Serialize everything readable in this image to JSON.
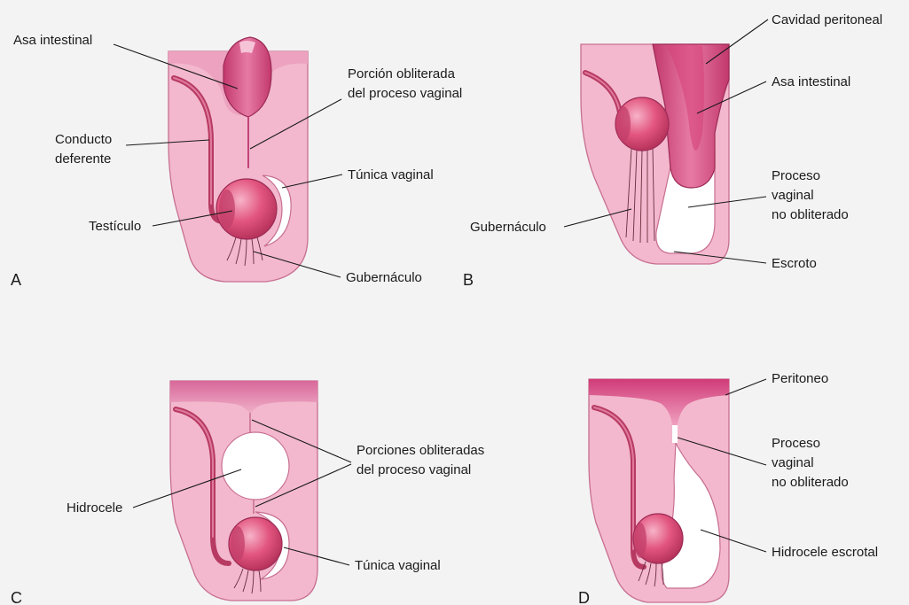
{
  "panels": {
    "a": {
      "letter": "A",
      "labels": {
        "asa_intestinal": "Asa intestinal",
        "porcion_line1": "Porción obliterada",
        "porcion_line2": "del proceso vaginal",
        "conducto_line1": "Conducto",
        "conducto_line2": "deferente",
        "tunica": "Túnica vaginal",
        "testiculo": "Testículo",
        "gubernaculo": "Gubernáculo"
      }
    },
    "b": {
      "letter": "B",
      "labels": {
        "cavidad": "Cavidad peritoneal",
        "asa_intestinal": "Asa intestinal",
        "proceso_line1": "Proceso",
        "proceso_line2": "vaginal",
        "proceso_line3": "no obliterado",
        "gubernaculo": "Gubernáculo",
        "escroto": "Escroto"
      }
    },
    "c": {
      "letter": "C",
      "labels": {
        "porciones_line1": "Porciones obliteradas",
        "porciones_line2": "del proceso vaginal",
        "hidrocele": "Hidrocele",
        "tunica": "Túnica vaginal"
      }
    },
    "d": {
      "letter": "D",
      "labels": {
        "peritoneo": "Peritoneo",
        "proceso_line1": "Proceso",
        "proceso_line2": "vaginal",
        "proceso_line3": "no obliterado",
        "hidrocele_escrotal": "Hidrocele escrotal"
      }
    }
  },
  "colors": {
    "tissue": "#f3b8cd",
    "tissue_edge": "#c76f91",
    "duct": "#b73a63",
    "testis": "#e2557f",
    "intestine": "#d94f86",
    "peritoneum": "#d94f86",
    "background": "#f3f3f3"
  }
}
